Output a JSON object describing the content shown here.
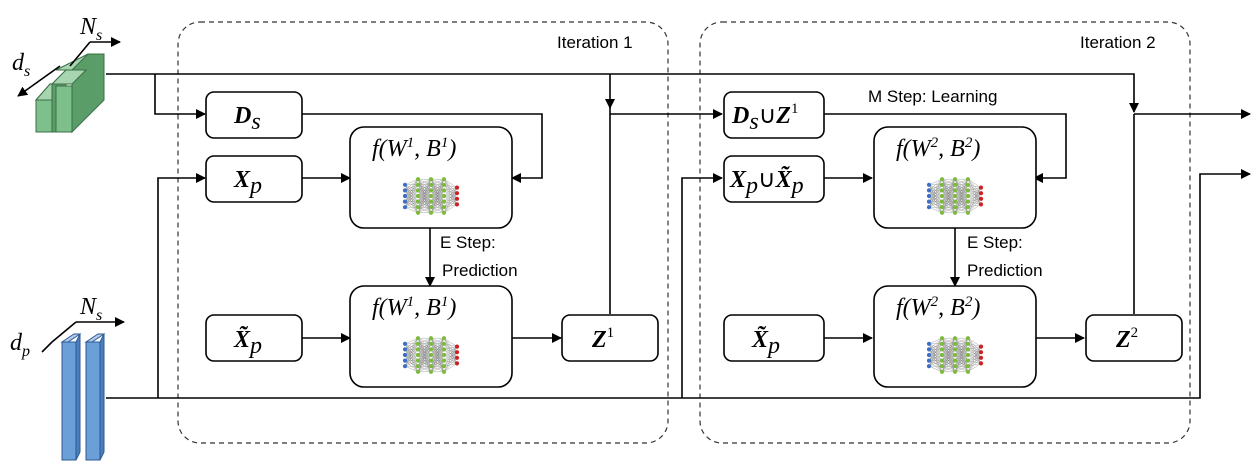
{
  "iterations": {
    "iter1_title": "Iteration 1",
    "iter2_title": "Iteration 2"
  },
  "steps": {
    "m_step": "M Step: Learning",
    "e_step_line1": "E Step:",
    "e_step_line2": "Prediction"
  },
  "data_blocks": {
    "source": {
      "dim_label": "d",
      "dim_sub": "s",
      "count_label": "N",
      "count_sub": "s",
      "color": "#7dc08b"
    },
    "predict": {
      "dim_label": "d",
      "dim_sub": "p",
      "count_label": "N",
      "count_sub": "s",
      "color": "#6a9fd8"
    }
  },
  "boxes": {
    "iter1": {
      "ds": {
        "main": "D",
        "sub": "s"
      },
      "xp": {
        "main": "X",
        "sub": "p"
      },
      "xp_tilde": {
        "main": "X̃",
        "sub": "p"
      },
      "model_top": {
        "fn": "f(W",
        "sup": "1",
        "mid": ", B",
        "sup2": "1",
        "end": ")"
      },
      "model_bottom": {
        "fn": "f(W",
        "sup": "1",
        "mid": ", B",
        "sup2": "1",
        "end": ")"
      },
      "z": {
        "main": "Z",
        "sup": "1"
      }
    },
    "iter2": {
      "ds_union": {
        "main": "D",
        "sub": "s",
        "union": "∪",
        "main2": "Z",
        "sup": "1"
      },
      "xp_union": {
        "main": "X",
        "sub": "p",
        "union": "∪",
        "main2": "X̃",
        "sub2": "p"
      },
      "xp_tilde": {
        "main": "X̃",
        "sub": "p"
      },
      "model_top": {
        "fn": "f(W",
        "sup": "2",
        "mid": ", B",
        "sup2": "2",
        "end": ")"
      },
      "model_bottom": {
        "fn": "f(W",
        "sup": "2",
        "mid": ", B",
        "sup2": "2",
        "end": ")"
      },
      "z": {
        "main": "Z",
        "sup": "2"
      }
    }
  },
  "colors": {
    "nn_input": "#3b6fc4",
    "nn_hidden": "#7cbb3a",
    "nn_output": "#cc2222",
    "nn_edge": "#8a8a8a"
  }
}
